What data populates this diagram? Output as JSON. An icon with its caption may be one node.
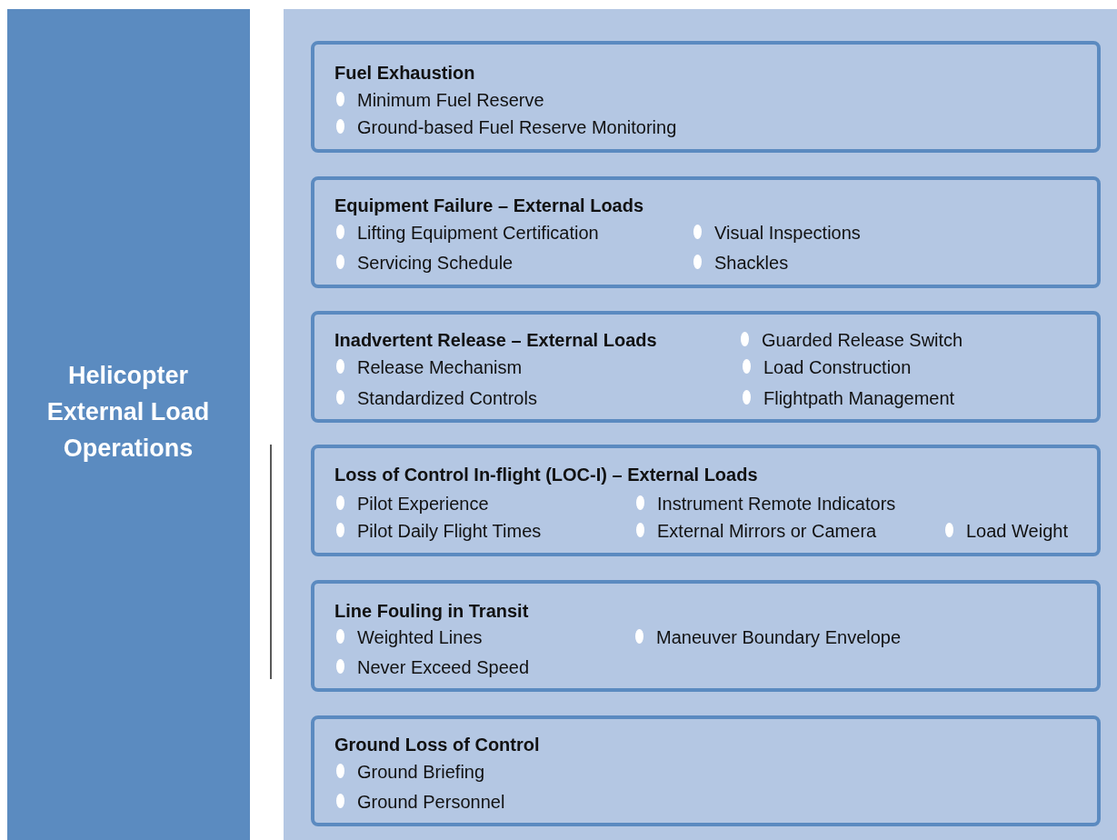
{
  "diagram": {
    "nodes": [
      {
        "text": [
          "Helicopter External Load Operations"
        ]
      },
      {
        "text": [],
        "shape": "box"
      },
      {
        "text": [
          "Fuel Exhaustion",
          "Minimum Fuel Reserve",
          "Ground-based Fuel Reserve Monitoring"
        ],
        "in": 1
      },
      {
        "text": [
          "Equipment Failure – External Loads",
          "Lifting Equipment Certification",
          "Visual Inspections",
          "Servicing Schedule",
          "Shackles"
        ],
        "in": 1
      },
      {
        "text": [
          "Inadvertent Release – External Loads",
          "Guarded Release Switch",
          "Release Mechanism",
          "Load Construction",
          "Standardized Controls",
          "Flightpath Management"
        ],
        "in": 1
      },
      {
        "text": [
          "Loss of Control In-flight (LOC-I) – External Loads",
          "Pilot Experience",
          "Instrument Remote Indicators",
          "Pilot Daily Flight Times",
          "External Mirrors or Camera",
          "Load Weight"
        ],
        "in": 1
      },
      {
        "text": [
          "Line Fouling in Transit",
          "Weighted Lines",
          "Maneuver Boundary Envelope",
          "Never Exceed Speed"
        ],
        "in": 1
      },
      {
        "text": [
          "Ground Loss of Control",
          "Ground Briefing",
          "Ground Personnel"
        ],
        "in": 1
      }
    ],
    "edges": []
  }
}
